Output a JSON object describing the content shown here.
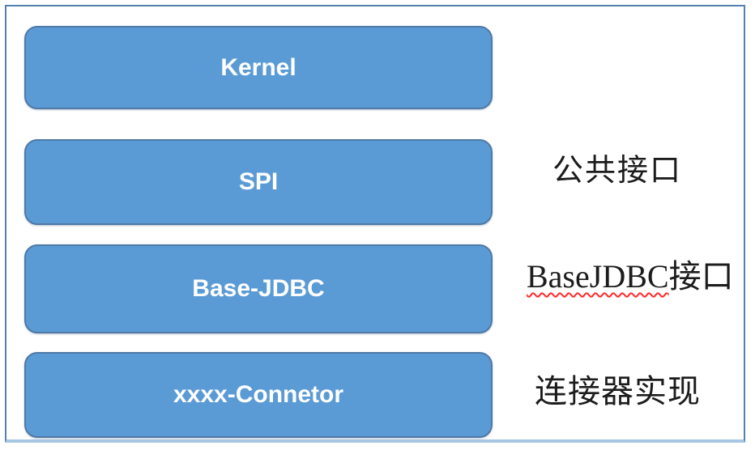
{
  "diagram": {
    "title": "connector-architecture-stack",
    "layers": [
      {
        "box_label": "Kernel"
      },
      {
        "box_label": "SPI",
        "side_label": "公共接口"
      },
      {
        "box_label": "Base-JDBC",
        "side_label_latin": "BaseJDBC",
        "side_label_cjk": "接口"
      },
      {
        "box_label": "xxxx-Connetor",
        "side_label": "连接器实现"
      }
    ]
  },
  "colors": {
    "box_fill": "#5b9bd5",
    "box_border": "#4f79a6",
    "box_text": "#ffffff",
    "frame_border": "#5580b0",
    "frame_border_bottom": "#a6c6e2",
    "side_label_text": "#1c1c1c",
    "spellcheck_underline": "#ff2a2a"
  }
}
